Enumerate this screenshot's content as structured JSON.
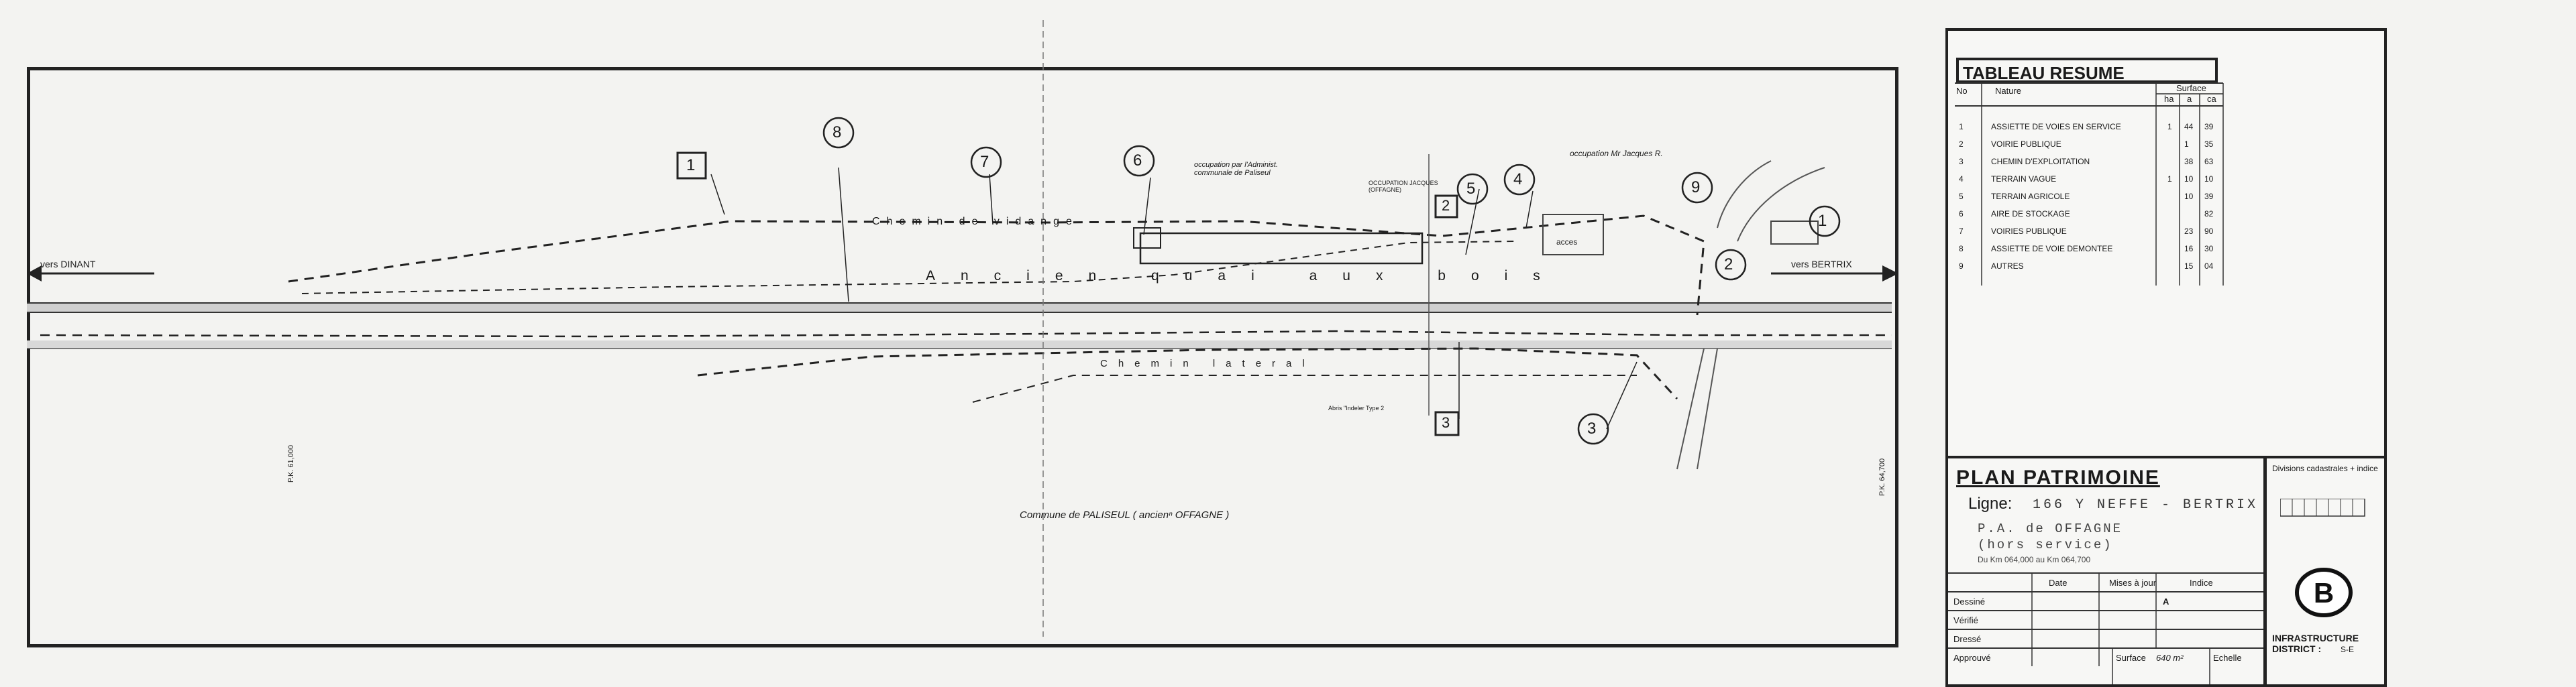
{
  "plan": {
    "vers_dinant": "vers DINANT",
    "vers_bertrix": "vers BERTRIX",
    "commune": "Commune de PALISEUL ( ancienⁿ OFFAGNE )",
    "chemin_vidange": "Chemin de vidange",
    "ancien_quai": "Ancien quai aux bois",
    "chemin_lateral": "Chemin lateral",
    "occupation_commune": "occupation par l'Administ. communale de Paliseul",
    "occupation_jacques": "occupation Mr Jacques R.",
    "occupation_offagne": "OCCUPATION JACQUES (OFFAGNE)",
    "acces": "acces",
    "abris": "Abris \"Indeler Type 2",
    "km_left": "P.K. 61,000",
    "km_right": "P.K. 64,700",
    "markers": [
      "1",
      "2",
      "3",
      "4",
      "5",
      "6",
      "7",
      "8",
      "9"
    ],
    "box_markers": [
      "1",
      "2",
      "3"
    ]
  },
  "tableau": {
    "title": "TABLEAU RESUME",
    "col_no": "No",
    "col_nature": "Nature",
    "col_surface": "Surface",
    "col_units": [
      "ha",
      "a",
      "ca"
    ],
    "rows": [
      {
        "no": "1",
        "nature": "ASSIETTE DE VOIES EN SERVICE",
        "ha": "1",
        "a": "44",
        "ca": "39"
      },
      {
        "no": "2",
        "nature": "VOIRIE PUBLIQUE",
        "ha": "",
        "a": "1",
        "ca": "35"
      },
      {
        "no": "3",
        "nature": "CHEMIN D'EXPLOITATION",
        "ha": "",
        "a": "38",
        "ca": "63"
      },
      {
        "no": "4",
        "nature": "TERRAIN VAGUE",
        "ha": "1",
        "a": "10",
        "ca": "10"
      },
      {
        "no": "5",
        "nature": "TERRAIN AGRICOLE",
        "ha": "",
        "a": "10",
        "ca": "39"
      },
      {
        "no": "6",
        "nature": "AIRE DE STOCKAGE",
        "ha": "",
        "a": "",
        "ca": "82"
      },
      {
        "no": "7",
        "nature": "VOIRIES PUBLIQUE",
        "ha": "",
        "a": "23",
        "ca": "90"
      },
      {
        "no": "8",
        "nature": "ASSIETTE DE VOIE DEMONTEE",
        "ha": "",
        "a": "16",
        "ca": "30"
      },
      {
        "no": "9",
        "nature": "AUTRES",
        "ha": "",
        "a": "15",
        "ca": "04"
      }
    ]
  },
  "title_block": {
    "title": "PLAN PATRIMOINE",
    "ligne_label": "Ligne:",
    "ligne_value": "166 Y NEFFE - BERTRIX",
    "pa_line1": "P.A. de OFFAGNE",
    "pa_line2": "(hors service)",
    "du_km": "Du Km 064,000 au Km 064,700",
    "date_col": "Date",
    "mises_a_jour": "Mises à jour",
    "indice": "Indice",
    "indice_val": "A",
    "dessine": "Dessiné",
    "verifie": "Vérifié",
    "dresse": "Dressé",
    "approuve": "Approuvé",
    "surface_label": "Surface",
    "surface_val": "640 m²",
    "echelle": "Echelle"
  },
  "side_box": {
    "divisions": "Divisions cadastrales + indice",
    "infrastructure": "INFRASTRUCTURE DISTRICT :",
    "district_val": "S-E"
  },
  "colors": {
    "ink": "#1a1a1a",
    "paper": "#f3f3f1"
  }
}
